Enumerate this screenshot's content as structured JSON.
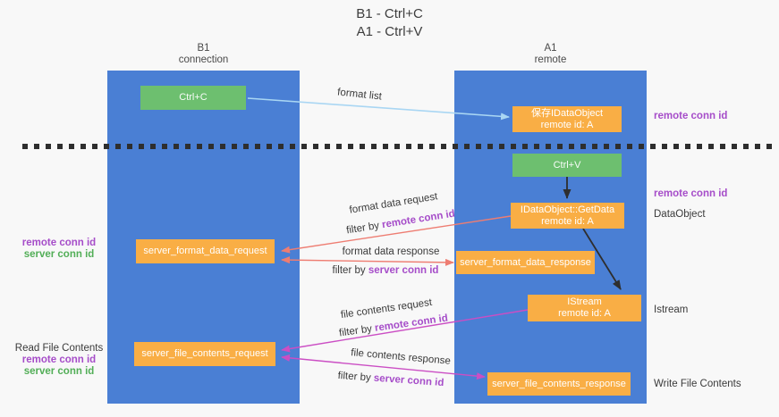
{
  "title": {
    "line1": "B1 - Ctrl+C",
    "line2": "A1 - Ctrl+V"
  },
  "lanes": {
    "left": {
      "name": "B1",
      "role": "connection"
    },
    "right": {
      "name": "A1",
      "role": "remote"
    }
  },
  "nodes": {
    "ctrl_c": {
      "label": "Ctrl+C"
    },
    "ctrl_v": {
      "label": "Ctrl+V"
    },
    "save_idataobject": {
      "line1": "保存IDataObject",
      "line2": "remote id: A"
    },
    "idataobject_getdata": {
      "line1": "IDataObject::GetData",
      "line2": "remote id: A"
    },
    "istream": {
      "line1": "IStream",
      "line2": "remote id: A"
    },
    "server_format_data_request": {
      "label": "server_format_data_request"
    },
    "server_format_data_response": {
      "label": "server_format_data_response"
    },
    "server_file_contents_request": {
      "label": "server_file_contents_request"
    },
    "server_file_contents_response": {
      "label": "server_file_contents_response"
    }
  },
  "edges": {
    "format_list": {
      "label": "format list"
    },
    "format_data_request": {
      "label": "format data request",
      "filter_prefix": "filter by",
      "filter_key": "remote conn id"
    },
    "format_data_response": {
      "label": "format data response",
      "filter_prefix": "filter by",
      "filter_key": "server conn id"
    },
    "file_contents_request": {
      "label": "file contents request",
      "filter_prefix": "filter by",
      "filter_key": "remote conn id"
    },
    "file_contents_response": {
      "label": "file contents response",
      "filter_prefix": "filter by",
      "filter_key": "server conn id"
    }
  },
  "annotations": {
    "save_row_conn_id": "remote conn id",
    "paste_row_conn_id": "remote conn id",
    "dataobject": "DataObject",
    "istream": "Istream",
    "write_file": "Write File Contents",
    "format_ids": {
      "remote": "remote conn id",
      "server": "server conn id"
    },
    "file_ids": {
      "title": "Read File Contents",
      "remote": "remote conn id",
      "server": "server conn id"
    }
  },
  "colors": {
    "lane_blue": "#4a7fd4",
    "node_green": "#6dbf6f",
    "node_orange": "#f9ae45",
    "remote_conn_id_purple": "#a64dc9",
    "server_conn_id_green": "#52ae57",
    "request_arrow_red": "#ee7d72",
    "file_arrow_magenta": "#cb4ec4",
    "format_list_arrow_blue": "#a9d6f3",
    "black_arrow": "#2e2e2e",
    "background": "#f8f8f8"
  }
}
